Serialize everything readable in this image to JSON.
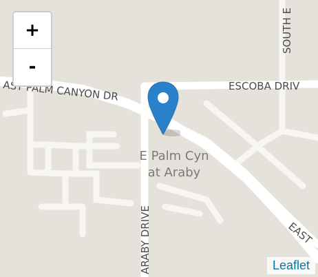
{
  "map": {
    "streets": {
      "east_palm_canyon": "AST PALM CANYON DR",
      "escoba": "ESCOBA DRIV",
      "south_e": "SOUTH E",
      "araby": "ARABY DRIVE",
      "east_partial": "EAST"
    },
    "poi_label": {
      "line1": "E Palm Cyn",
      "line2": "at Araby"
    },
    "colors": {
      "land": "#e5e2db",
      "road": "#ffffff",
      "marker": "#2a81cb"
    }
  },
  "controls": {
    "zoom_in_label": "+",
    "zoom_out_label": "-",
    "attribution": "Leaflet"
  }
}
